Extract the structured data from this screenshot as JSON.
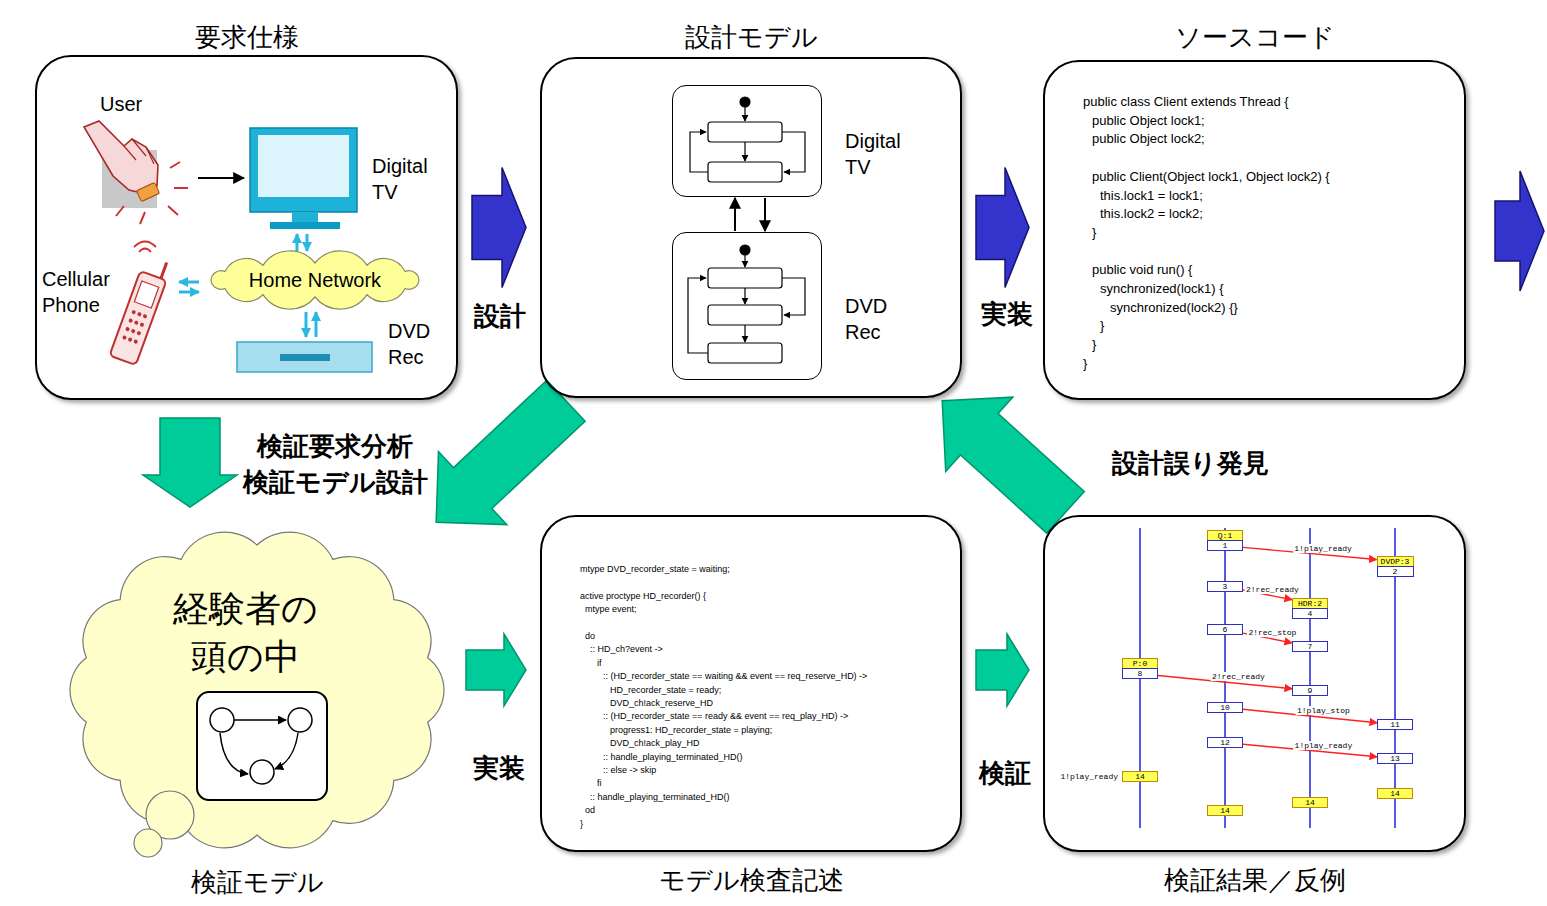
{
  "diagram": {
    "nodes": [
      {
        "text": [
          "要求仕様"
        ]
      },
      {
        "text": [
          "Home Network"
        ],
        "in": 0
      },
      {
        "text": [
          "設計モデル"
        ]
      },
      {
        "text": [
          "Digital TV"
        ],
        "in": 2
      },
      {
        "text": [
          "DVD Rec"
        ],
        "in": 2
      },
      {
        "text": [
          "ソースコード",
          "public class Client extends Thread {",
          "public Object lock1;",
          "public Object lock2;",
          "public Client(Object lock1, Object lock2) {",
          "this.lock1 = lock1;",
          "this.lock2 = lock2;",
          "}",
          "public void run() {",
          "synchronized(lock1) {",
          "synchronized(lock2) {}",
          "}",
          "}",
          "}"
        ]
      },
      {
        "text": [
          "検証モデル",
          "経験者の 頭の中"
        ]
      },
      {
        "text": [
          "モデル検査記述",
          "mtype DVD_recorder_state = waiting;",
          "active proctype HD_recorder() {",
          "mtype event;",
          "do",
          ":: HD_ch?event ->",
          "if",
          ":: (HD_recorder_state == waiting && event == req_reserve_HD) ->",
          "HD_recorder_state = ready;",
          "DVD_ch!ack_reserve_HD",
          ":: (HD_recorder_state == ready && event == req_play_HD) ->",
          "progress1: HD_recorder_state = playing;",
          "DVD_ch!ack_play_HD",
          ":: handle_playing_terminated_HD()",
          ":: else -> skip",
          "fi",
          ":: handle_playing_terminated_HD()",
          "od",
          "}"
        ]
      },
      {
        "text": [
          "検証結果／反例"
        ]
      },
      {
        "text": [
          "Q:1",
          "1"
        ],
        "in": 8
      },
      {
        "text": [
          "DVDP:3",
          "2"
        ],
        "in": 8
      },
      {
        "text": [
          "3"
        ],
        "in": 8
      },
      {
        "text": [
          "HDR:2",
          "4"
        ],
        "in": 8
      },
      {
        "text": [
          "6"
        ],
        "in": 8
      },
      {
        "text": [
          "7"
        ],
        "in": 8
      },
      {
        "text": [
          "P:0",
          "8"
        ],
        "in": 8
      },
      {
        "text": [
          "9"
        ],
        "in": 8
      },
      {
        "text": [
          "10"
        ],
        "in": 8
      },
      {
        "text": [
          "11"
        ],
        "in": 8
      },
      {
        "text": [
          "12"
        ],
        "in": 8
      },
      {
        "text": [
          "13"
        ],
        "in": 8
      },
      {
        "text": [
          "14"
        ],
        "in": 8
      },
      {
        "text": [
          "14"
        ],
        "in": 8
      },
      {
        "text": [
          "14"
        ],
        "in": 8
      },
      {
        "text": [
          "14"
        ],
        "in": 8
      }
    ],
    "edges": [
      {
        "from": 0,
        "to": 2,
        "arrow": "to",
        "label": "設計"
      },
      {
        "from": 2,
        "to": 5,
        "arrow": "to",
        "label": "実装"
      },
      {
        "from": 0,
        "to": 6,
        "arrow": "to",
        "label": "検証要求分析 検証モデル設計"
      },
      {
        "from": 2,
        "to": 6,
        "arrow": "to"
      },
      {
        "from": 6,
        "to": 7,
        "arrow": "to",
        "label": "実装"
      },
      {
        "from": 7,
        "to": 8,
        "arrow": "to",
        "label": "検証"
      },
      {
        "from": 8,
        "to": 2,
        "arrow": "to",
        "label": "設計誤り発見"
      },
      {
        "from": 4,
        "to": 3,
        "arrow": "to"
      },
      {
        "from": 3,
        "to": 4,
        "arrow": "to"
      },
      {
        "from": 9,
        "to": 10,
        "arrow": "to",
        "label": "1!play_ready"
      },
      {
        "from": 11,
        "to": 12,
        "arrow": "to",
        "label": "2!rec_ready"
      },
      {
        "from": 13,
        "to": 14,
        "arrow": "to",
        "label": "2!rec_stop"
      },
      {
        "from": 15,
        "to": 16,
        "arrow": "to",
        "label": "2!rec_ready"
      },
      {
        "from": 17,
        "to": 18,
        "arrow": "to",
        "label": "1!play_stop"
      },
      {
        "from": 19,
        "to": 20,
        "arrow": "to",
        "label": "1!play_ready"
      }
    ],
    "labels": [
      "User",
      "Digital TV",
      "Cellular Phone",
      "DVD Rec",
      "1!play_ready"
    ]
  }
}
